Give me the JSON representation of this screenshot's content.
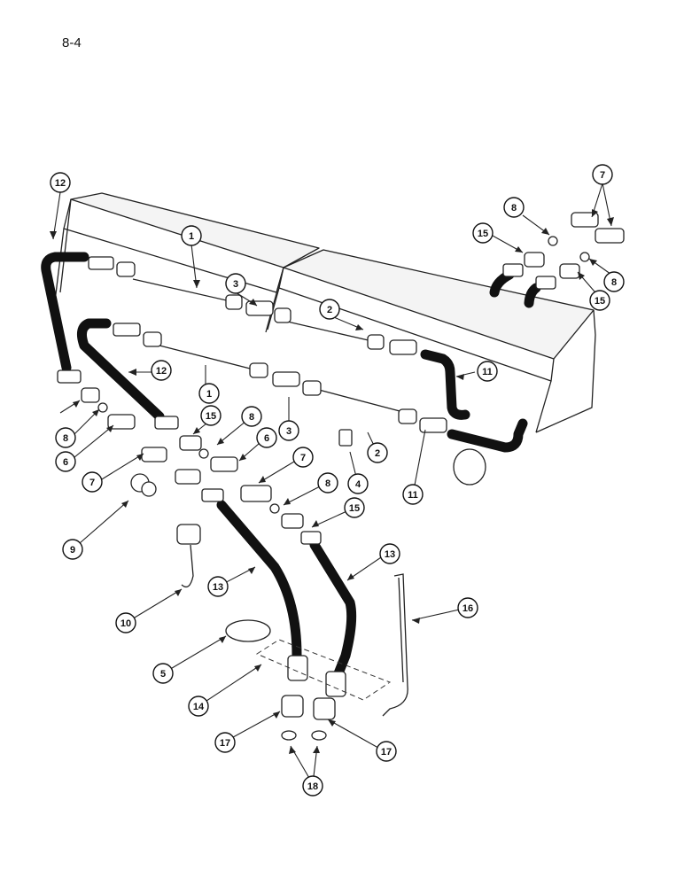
{
  "page": {
    "number": "8-4"
  },
  "callouts": [
    "12",
    "1",
    "3",
    "2",
    "11",
    "7",
    "8",
    "15",
    "8",
    "15",
    "12",
    "1",
    "3",
    "15",
    "8",
    "6",
    "7",
    "8",
    "15",
    "6",
    "7",
    "8",
    "9",
    "10",
    "13",
    "13",
    "16",
    "5",
    "14",
    "2",
    "4",
    "11",
    "17",
    "17",
    "18"
  ]
}
